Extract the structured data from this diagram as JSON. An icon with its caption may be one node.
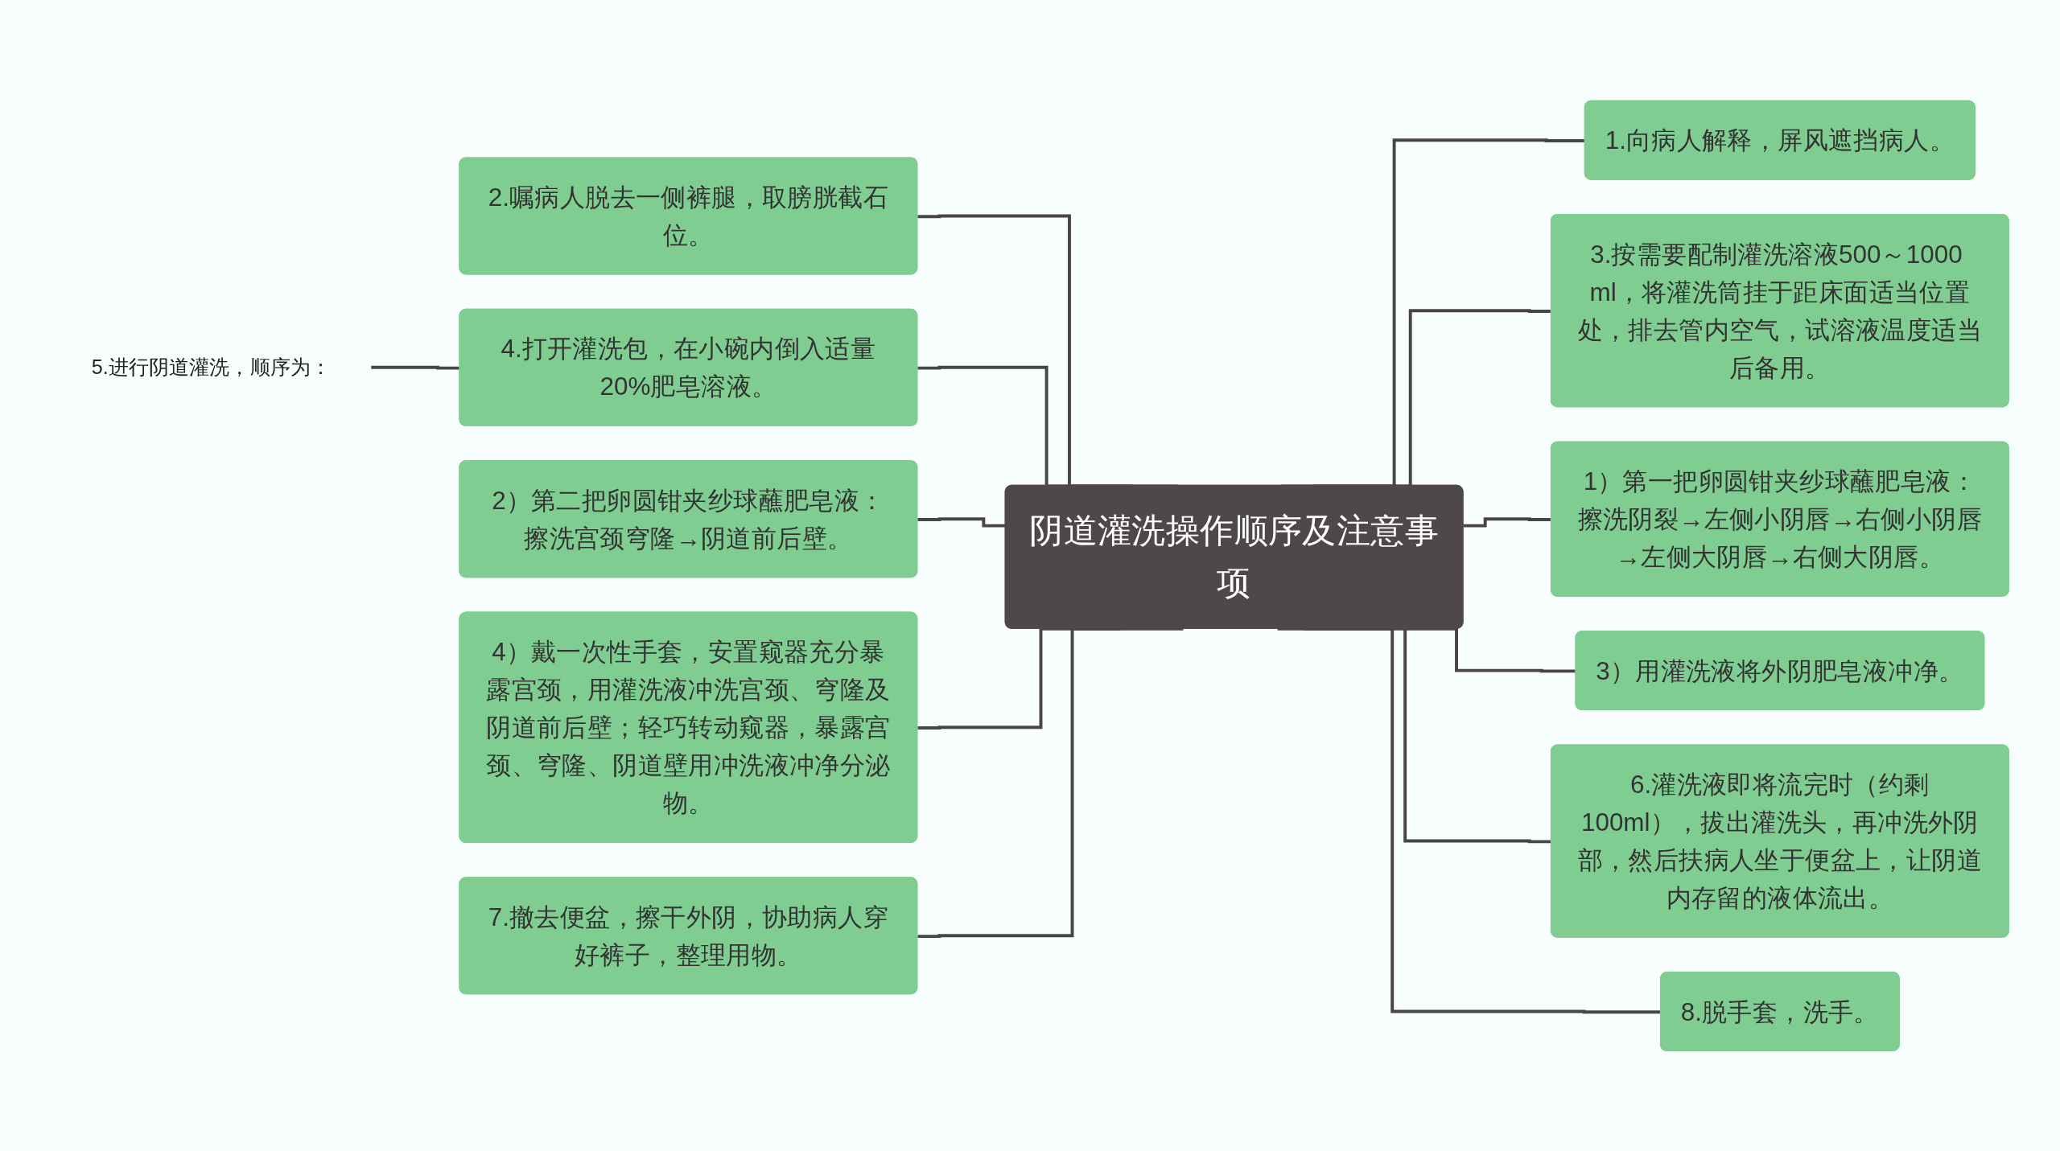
{
  "diagram": {
    "nodes": [
      {
        "text": [
          "阴道灌洗操作顺序及注意事项"
        ]
      },
      {
        "text": [
          "1.向病人解释，屏风遮挡病人。"
        ]
      },
      {
        "text": [
          "2.嘱病人脱去一侧裤腿，取膀胱截石位。"
        ]
      },
      {
        "text": [
          "3.按需要配制灌洗溶液500～1000 ml，将灌洗筒挂于距床面适当位置处，排去管内空气，试溶液温度适当后备用。"
        ]
      },
      {
        "text": [
          "4.打开灌洗包，在小碗内倒入适量20%肥皂溶液。"
        ]
      },
      {
        "text": [
          "5.进行阴道灌洗，顺序为："
        ]
      },
      {
        "text": [
          "1）第一把卵圆钳夹纱球蘸肥皂液：擦洗阴裂→左侧小阴唇→右侧小阴唇→左侧大阴唇→右侧大阴唇。"
        ]
      },
      {
        "text": [
          "2）第二把卵圆钳夹纱球蘸肥皂液：擦洗宫颈穹隆→阴道前后壁。"
        ]
      },
      {
        "text": [
          "3）用灌洗液将外阴肥皂液冲净。"
        ]
      },
      {
        "text": [
          "4）戴一次性手套，安置窥器充分暴露宫颈，用灌洗液冲洗宫颈、穹隆及阴道前后壁；轻巧转动窥器，暴露宫颈、穹隆、阴道壁用冲洗液冲净分泌物。"
        ]
      },
      {
        "text": [
          "6.灌洗液即将流完时（约剩100ml），拔出灌洗头，再冲洗外阴部，然后扶病人坐于便盆上，让阴道内存留的液体流出。"
        ]
      },
      {
        "text": [
          "7.撤去便盆，擦干外阴，协助病人穿好裤子，整理用物。"
        ]
      },
      {
        "text": [
          "8.脱手套，洗手。"
        ]
      }
    ],
    "edges": [
      {
        "from": 0,
        "to": 1,
        "arrow": "none"
      },
      {
        "from": 2,
        "to": 0,
        "arrow": "none"
      },
      {
        "from": 0,
        "to": 3,
        "arrow": "none"
      },
      {
        "from": 4,
        "to": 0,
        "arrow": "none"
      },
      {
        "from": 5,
        "to": 4,
        "arrow": "none"
      },
      {
        "from": 0,
        "to": 6,
        "arrow": "none"
      },
      {
        "from": 7,
        "to": 0,
        "arrow": "none"
      },
      {
        "from": 0,
        "to": 8,
        "arrow": "none"
      },
      {
        "from": 9,
        "to": 0,
        "arrow": "none"
      },
      {
        "from": 0,
        "to": 10,
        "arrow": "none"
      },
      {
        "from": 11,
        "to": 0,
        "arrow": "none"
      },
      {
        "from": 0,
        "to": 12,
        "arrow": "none"
      }
    ]
  }
}
